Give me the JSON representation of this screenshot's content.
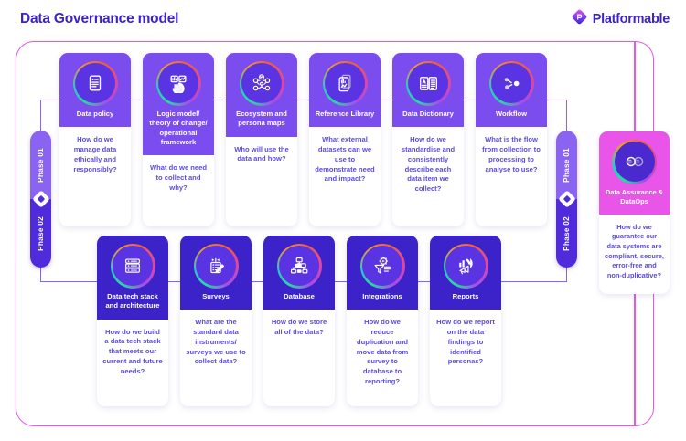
{
  "header": {
    "title": "Data Governance model",
    "brand_name": "Platformable",
    "brand_icon": "platformable-diamond-logo"
  },
  "theme": {
    "title_color": "#3B23C9",
    "frame_border": "#E855E8",
    "connector": "#8A63F0",
    "row1_card": "#7B4DEE",
    "row2_card": "#3B23C9",
    "accent_card": "#E855E8",
    "question_text": "#5B4BE0"
  },
  "phases": {
    "left": {
      "top_label": "Phase 01",
      "bottom_label": "Phase 02",
      "badge_icon": "platformable-diamond-badge"
    },
    "right": {
      "top_label": "Phase 01",
      "bottom_label": "Phase 02",
      "badge_icon": "platformable-diamond-badge"
    }
  },
  "row1": [
    {
      "title": "Data policy",
      "question": "How do we manage data ethically and responsibly?",
      "icon": "document-policy-icon"
    },
    {
      "title": "Logic model/ theory of change/ operational framework",
      "question": "What do we need to collect and why?",
      "icon": "chart-analytics-icon"
    },
    {
      "title": "Ecosystem and persona maps",
      "question": "Who will use the data and how?",
      "icon": "network-persona-icon"
    },
    {
      "title": "Reference Library",
      "question": "What external datasets can we use to demonstrate need and impact?",
      "icon": "library-documents-icon"
    },
    {
      "title": "Data Dictionary",
      "question": "How do we standardise and consistently describe each data item we collect?",
      "icon": "open-book-icon"
    },
    {
      "title": "Workflow",
      "question": "What is the flow from collection to processing to analyse to use?",
      "icon": "workflow-nodes-icon"
    }
  ],
  "row2": [
    {
      "title": "Data tech stack and architecture",
      "question": "How do we build a data tech stack that meets our current and future needs?",
      "icon": "server-stack-icon"
    },
    {
      "title": "Surveys",
      "question": "What are the standard data instruments/ surveys we use to collect data?",
      "icon": "survey-checklist-pencil-icon"
    },
    {
      "title": "Database",
      "question": "How do we store all of the data?",
      "icon": "database-hierarchy-icon"
    },
    {
      "title": "Integrations",
      "question": "How do we reduce duplication and move data from survey to database to reporting?",
      "icon": "gear-funnel-icon"
    },
    {
      "title": "Reports",
      "question": "How do we report on the data findings to identified personas?",
      "icon": "bar-chart-megaphone-icon"
    }
  ],
  "accent_card": {
    "title": "Data Assurance & DataOps",
    "question": "How do we guarantee our data systems are compliant, secure, error-free and non-duplicative?",
    "icon": "infinity-loop-icon"
  }
}
